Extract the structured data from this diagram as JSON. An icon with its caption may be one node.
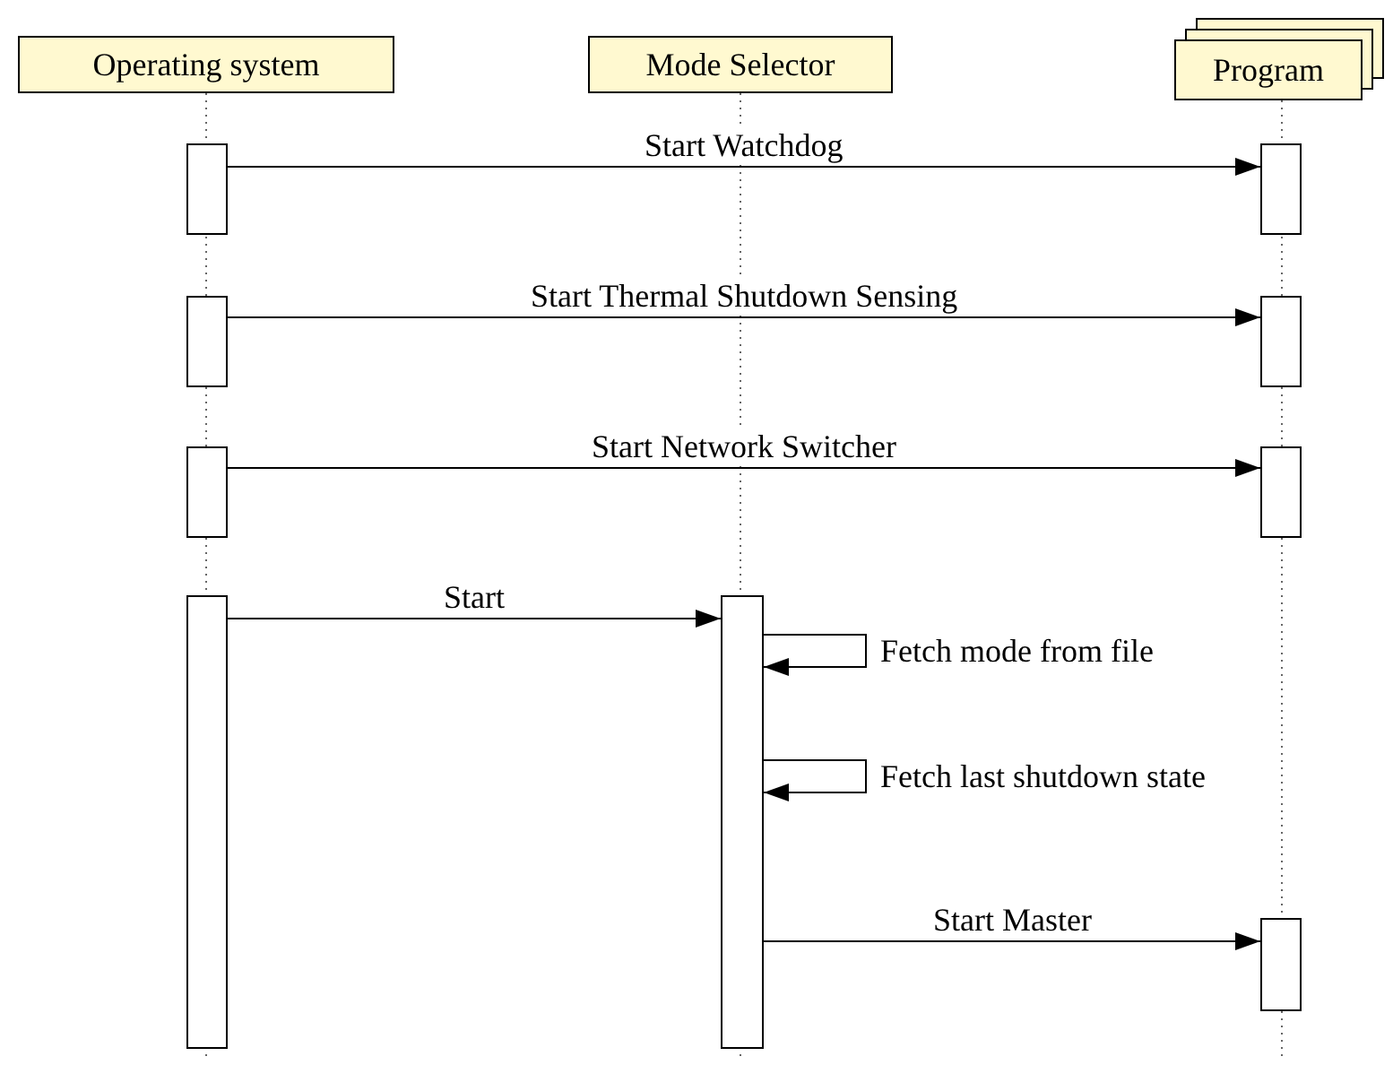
{
  "diagram": {
    "nodes": [
      {
        "text": [
          "Operating system"
        ]
      },
      {
        "text": [
          "Mode Selector"
        ]
      },
      {
        "text": [
          "Program"
        ]
      },
      {
        "text": [],
        "shape": "bar"
      },
      {
        "text": [],
        "shape": "bar"
      },
      {
        "text": [],
        "shape": "bar"
      },
      {
        "text": [],
        "shape": "bar"
      },
      {
        "text": [],
        "shape": "bar"
      },
      {
        "text": [],
        "shape": "bar"
      },
      {
        "text": [],
        "shape": "bar"
      },
      {
        "text": [],
        "shape": "bar"
      },
      {
        "text": [],
        "shape": "bar"
      }
    ],
    "edges": [
      {
        "from": 3,
        "to": 4,
        "arrow": "to",
        "label": "Start Watchdog"
      },
      {
        "from": 5,
        "to": 6,
        "arrow": "to",
        "label": "Start Thermal Shutdown Sensing"
      },
      {
        "from": 7,
        "to": 8,
        "arrow": "to",
        "label": "Start Network Switcher"
      },
      {
        "from": 9,
        "to": 10,
        "arrow": "to",
        "label": "Start"
      },
      {
        "from": 10,
        "to": 10,
        "arrow": "to",
        "label": "Fetch mode from file"
      },
      {
        "from": 10,
        "to": 10,
        "arrow": "to",
        "label": "Fetch last shutdown state"
      },
      {
        "from": 10,
        "to": 11,
        "arrow": "to",
        "label": "Start Master"
      }
    ]
  }
}
